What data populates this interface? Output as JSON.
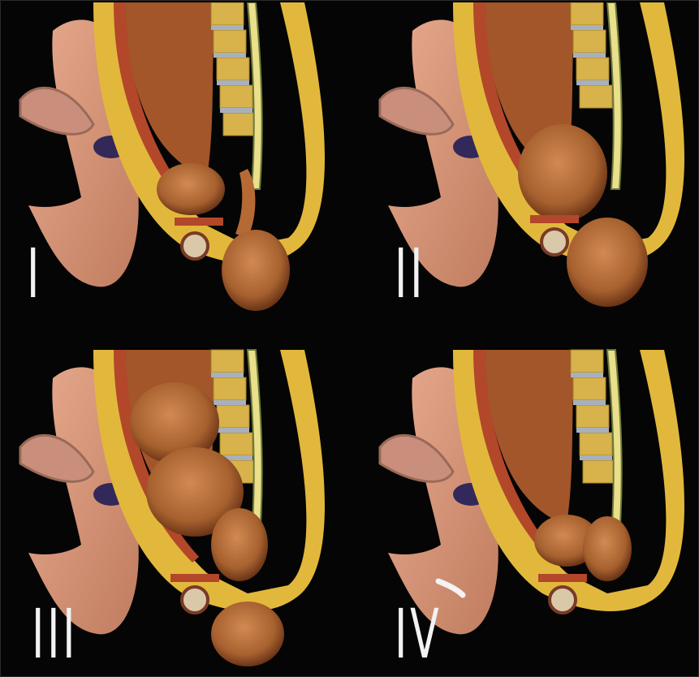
{
  "panels": [
    {
      "id": "I",
      "label": "I",
      "stage": "I"
    },
    {
      "id": "II",
      "label": "II",
      "stage": "II"
    },
    {
      "id": "III",
      "label": "III",
      "stage": "III"
    },
    {
      "id": "IV",
      "label": "IV",
      "stage": "IV"
    }
  ],
  "colors": {
    "background": "#000000",
    "skin": "#d9977a",
    "skin_shadow": "#b9745a",
    "fat_yellow": "#e2b83c",
    "bone": "#d7b04a",
    "muscle_red": "#b3472a",
    "bowel": "#b06a36",
    "disc": "#a7b1bd",
    "nerve": "#5a6a3a",
    "organ_dark": "#3a2a55"
  },
  "icons": [
    "anatomical-cross-section-illustration"
  ]
}
